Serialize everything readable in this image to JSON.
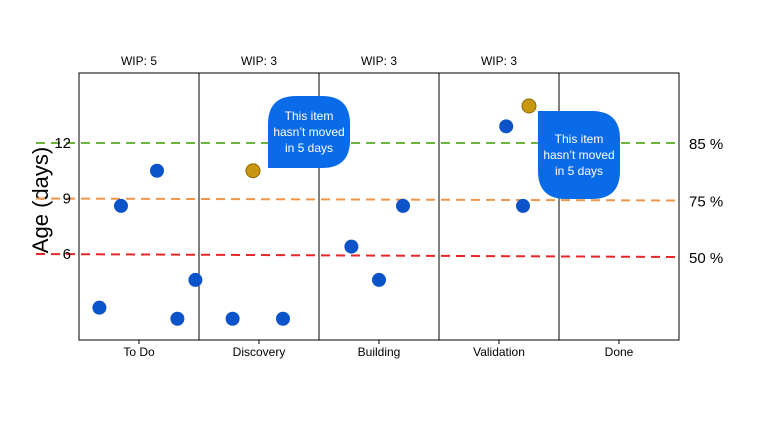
{
  "chart_data": {
    "type": "scatter",
    "ylabel": "Age (days)",
    "yticks": [
      6,
      9,
      12
    ],
    "categories": [
      "To Do",
      "Discovery",
      "Building",
      "Validation",
      "Done"
    ],
    "wip_labels": [
      "WIP: 5",
      "WIP: 3",
      "WIP: 3",
      "WIP: 3",
      ""
    ],
    "percentile_lines": [
      {
        "label": "85 %",
        "value": 12,
        "color": "#6cb33f"
      },
      {
        "label": "75 %",
        "value": 9,
        "color": "#f0964a"
      },
      {
        "label": "50 %",
        "value": 6,
        "color": "#e8262a"
      }
    ],
    "items": [
      {
        "column": "To Do",
        "age": 3.1,
        "status": "normal"
      },
      {
        "column": "To Do",
        "age": 8.6,
        "status": "normal"
      },
      {
        "column": "To Do",
        "age": 10.5,
        "status": "normal"
      },
      {
        "column": "To Do",
        "age": 2.5,
        "status": "normal"
      },
      {
        "column": "To Do",
        "age": 4.6,
        "status": "normal"
      },
      {
        "column": "Discovery",
        "age": 10.5,
        "status": "stale"
      },
      {
        "column": "Discovery",
        "age": 2.5,
        "status": "normal"
      },
      {
        "column": "Discovery",
        "age": 2.5,
        "status": "normal"
      },
      {
        "column": "Building",
        "age": 6.4,
        "status": "normal"
      },
      {
        "column": "Building",
        "age": 4.6,
        "status": "normal"
      },
      {
        "column": "Building",
        "age": 8.6,
        "status": "normal"
      },
      {
        "column": "Validation",
        "age": 12.9,
        "status": "normal"
      },
      {
        "column": "Validation",
        "age": 14.0,
        "status": "stale"
      },
      {
        "column": "Validation",
        "age": 8.6,
        "status": "normal"
      }
    ],
    "colors": {
      "normal": "#0a53c9",
      "stale": "#c8960f",
      "callout": "#0a6be8"
    },
    "callouts": [
      {
        "text": [
          "This item",
          "hasn’t moved",
          "in 5 days"
        ],
        "column": "Discovery"
      },
      {
        "text": [
          "This item",
          "hasn’t moved",
          "in 5 days"
        ],
        "column": "Validation"
      }
    ]
  }
}
